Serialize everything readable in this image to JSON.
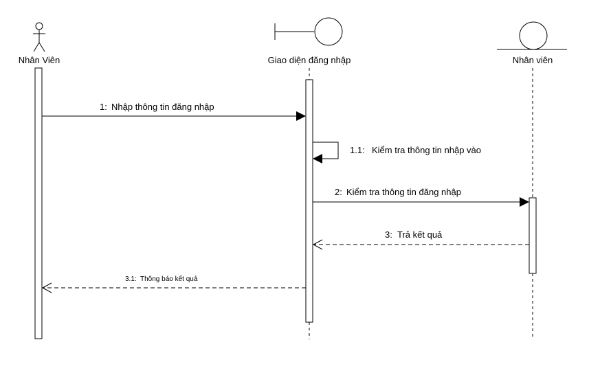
{
  "participants": [
    {
      "kind": "actor",
      "label": "Nhân Viên"
    },
    {
      "kind": "boundary",
      "label": "Giao diện đăng nhập"
    },
    {
      "kind": "entity",
      "label": "Nhân viên"
    }
  ],
  "messages": [
    {
      "number": "1:",
      "text": "Nhập thông tin đăng nhập",
      "from": 0,
      "to": 1,
      "type": "sync"
    },
    {
      "number": "1.1:",
      "text": "Kiểm tra thông tin nhập vào",
      "from": 1,
      "to": 1,
      "type": "self"
    },
    {
      "number": "2:",
      "text": "Kiểm tra thông tin đăng nhập",
      "from": 1,
      "to": 2,
      "type": "sync"
    },
    {
      "number": "3:",
      "text": "Trả kết quả",
      "from": 2,
      "to": 1,
      "type": "return"
    },
    {
      "number": "3.1:",
      "text": "Thông báo kết quả",
      "from": 1,
      "to": 0,
      "type": "return"
    }
  ]
}
